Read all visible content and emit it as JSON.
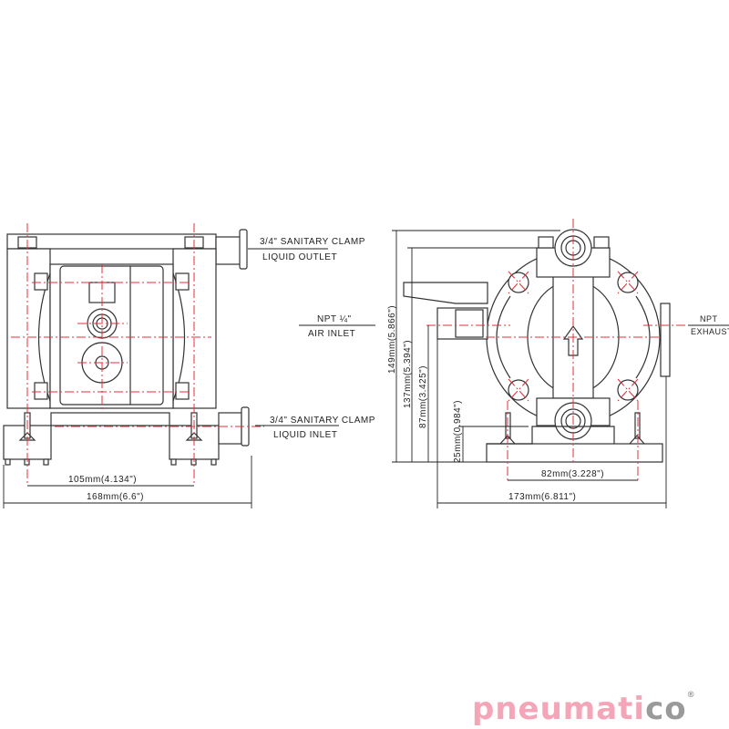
{
  "front_view": {
    "outlet_label_1": "3/4\" SANITARY CLAMP",
    "outlet_label_2": "LIQUID OUTLET",
    "inlet_label_1": "3/4\" SANITARY CLAMP",
    "inlet_label_2": "LIQUID INLET",
    "air_label_1": "NPT ¼\"",
    "air_label_2": "AIR INLET",
    "dim_mount": "105mm(4.134\")",
    "dim_width": "168mm(6.6\")"
  },
  "side_view": {
    "dim_height_total": "149mm(5.866\")",
    "dim_height_outlet": "137mm(5.394\")",
    "dim_height_air": "87mm(3.425\")",
    "dim_height_inlet": "25mm(0.984\")",
    "dim_mount": "82mm(3.228\")",
    "dim_width": "173mm(6.811\")",
    "exhaust_label_1": "NPT",
    "exhaust_label_2": "EXHAUST"
  },
  "logo": {
    "text_main": "pneumati",
    "text_tail": "co",
    "mark": "®"
  },
  "colors": {
    "line": "#333333",
    "centerline": "#e0303a",
    "logo_pink": "#f4a6b8",
    "logo_grey": "#9a9a9a"
  }
}
